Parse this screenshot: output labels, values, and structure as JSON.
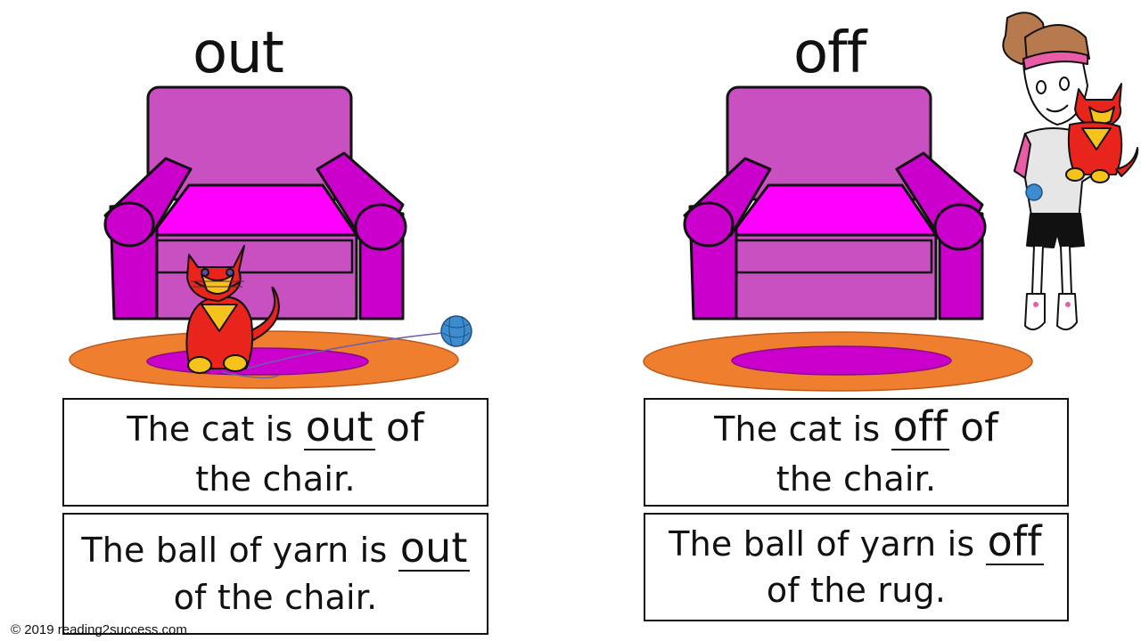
{
  "slide": {
    "left_panel": {
      "word": "out",
      "sentence1": {
        "pre": "The cat is",
        "keyword": "out",
        "post": "of",
        "line2": "the chair."
      },
      "sentence2": {
        "pre": "The ball of yarn is",
        "keyword": "out",
        "line2": "of the chair."
      }
    },
    "right_panel": {
      "word": "off",
      "sentence1": {
        "pre": "The cat is",
        "keyword": "off",
        "post": "of",
        "line2": "the chair."
      },
      "sentence2": {
        "pre": "The ball of yarn is",
        "keyword": "off",
        "line2": "of the rug."
      }
    },
    "copyright": "© 2019 reading2success.com"
  },
  "colors": {
    "chair_back": "#c850c0",
    "chair_body": "#cc00cc",
    "chair_seat": "#ff00ff",
    "rug_outer": "#ef7f2e",
    "rug_inner": "#cc00cc",
    "cat": "#e8241c",
    "cat_face": "#f6c21c",
    "yarn": "#3e8cd0"
  },
  "icons": [
    "armchair-icon",
    "cat-icon",
    "yarn-ball-icon",
    "rug-icon",
    "girl-with-cat-icon"
  ]
}
